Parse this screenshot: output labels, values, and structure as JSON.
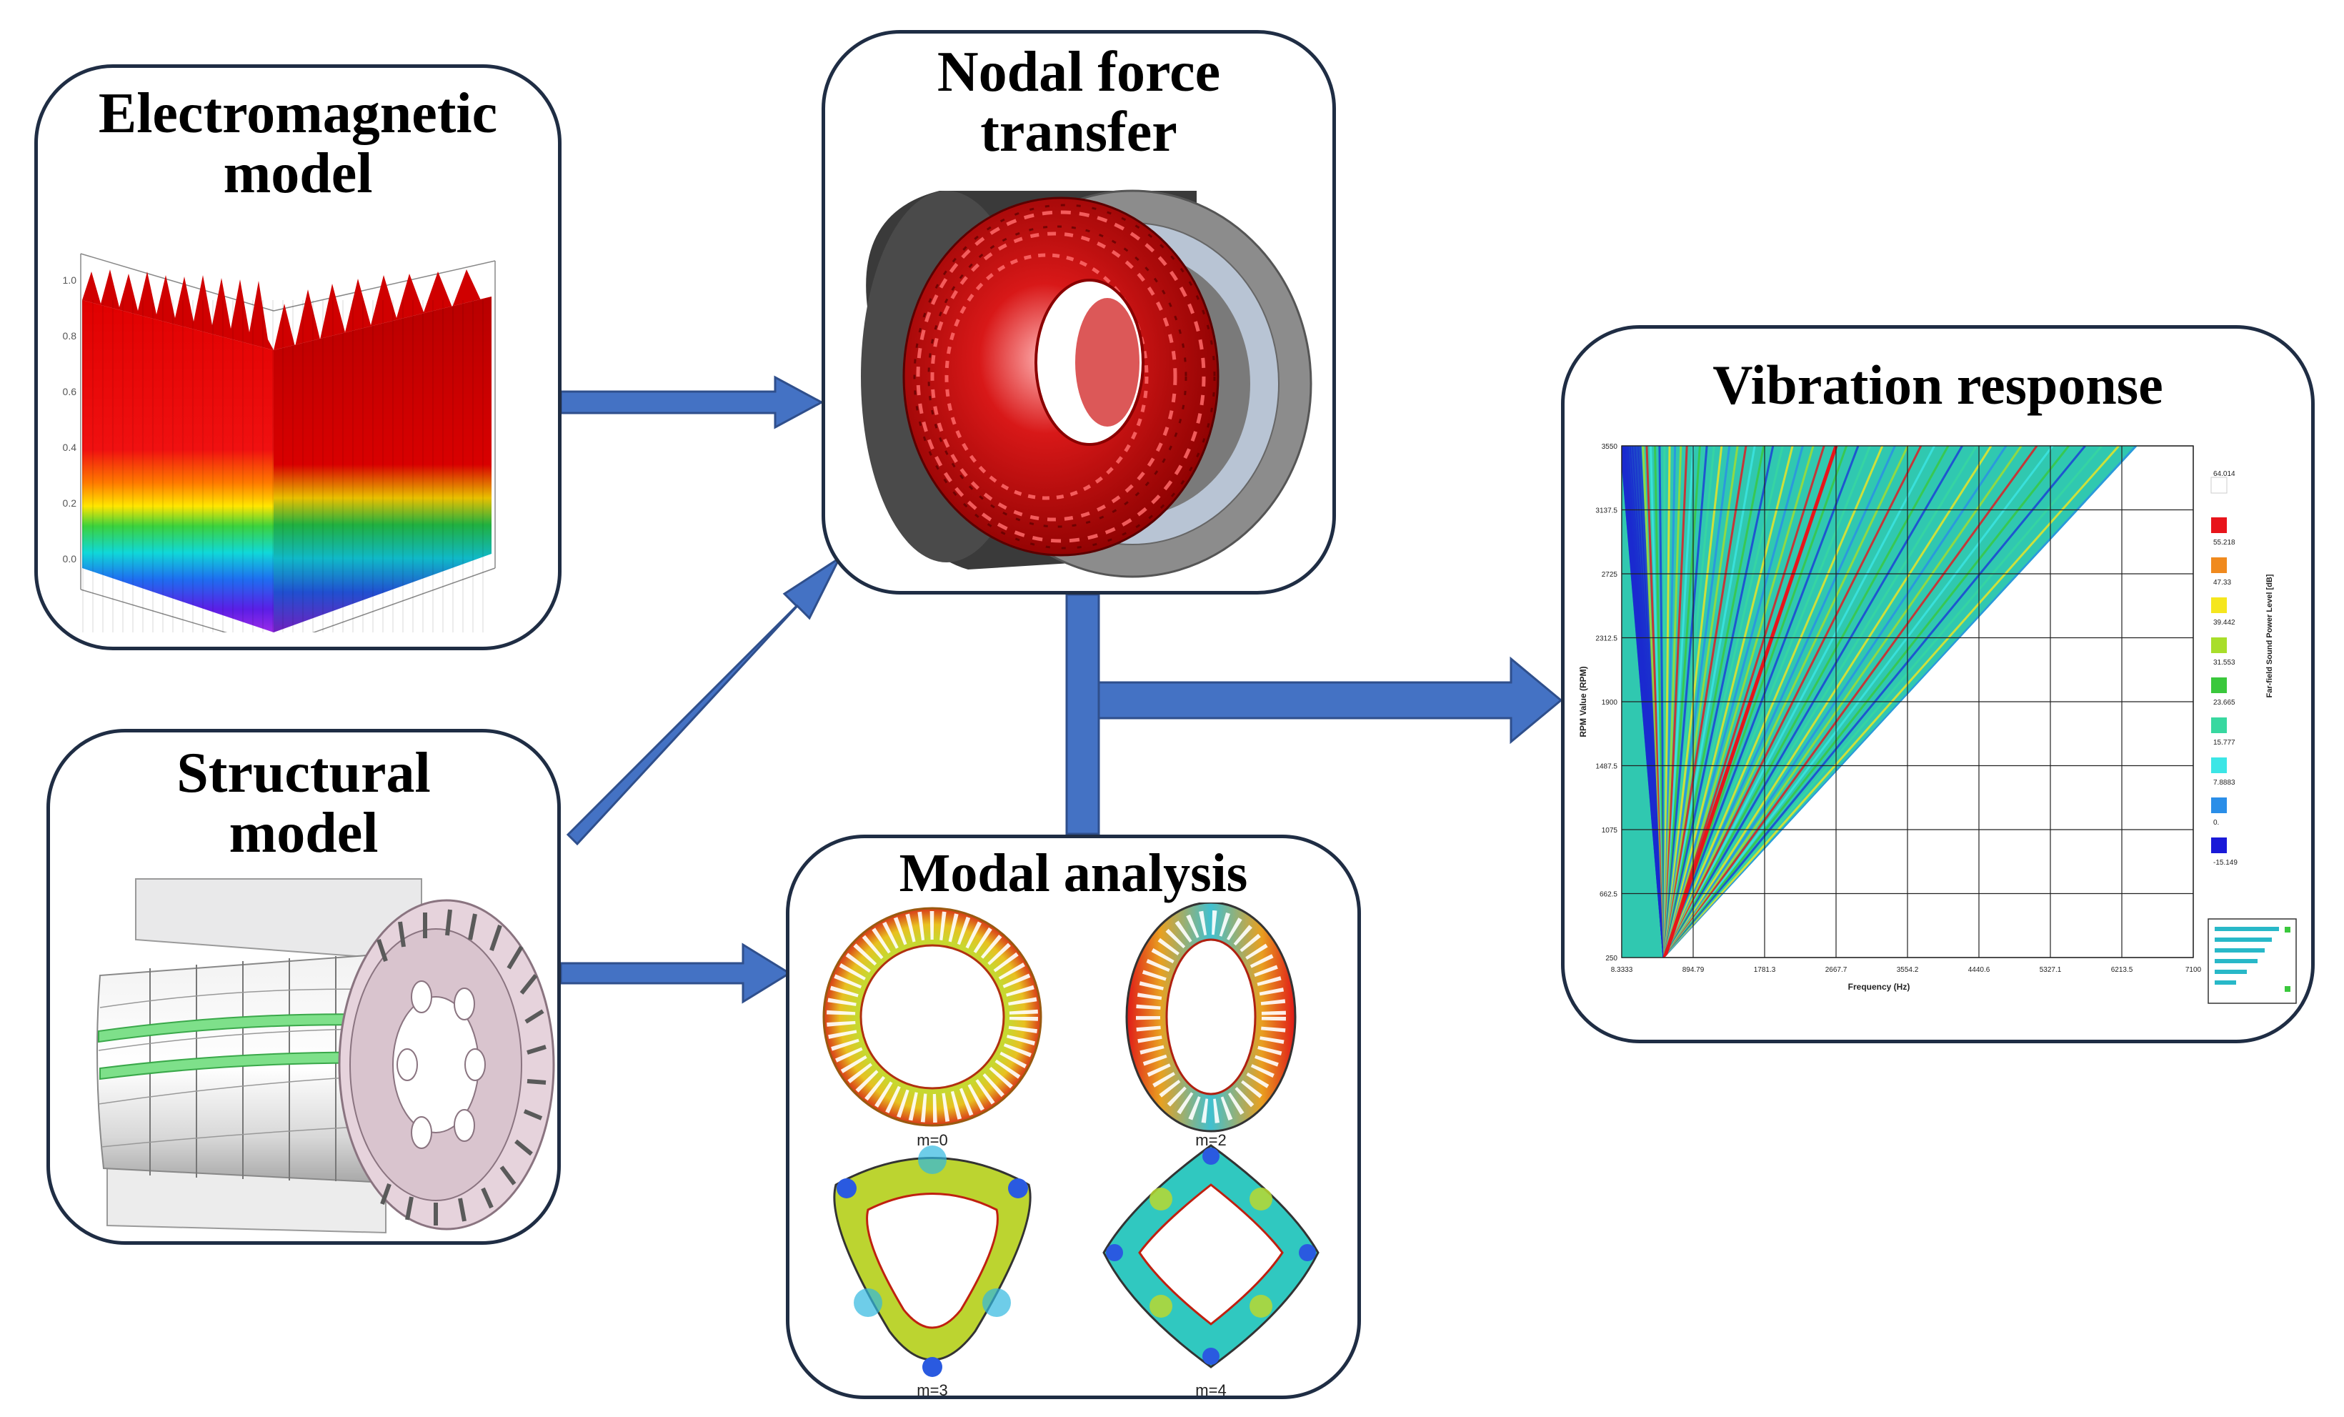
{
  "colors": {
    "arrow": "#4472c4",
    "box_border": "#1f2d44"
  },
  "electromagnetic": {
    "title_line1": "Electromagnetic",
    "title_line2": "model",
    "z_ticks": [
      "1.0",
      "0.8",
      "0.6",
      "0.4",
      "0.2",
      "0.0"
    ]
  },
  "structural": {
    "title_line1": "Structural",
    "title_line2": "model"
  },
  "nodal": {
    "title_line1": "Nodal force",
    "title_line2": "transfer"
  },
  "modal": {
    "title": "Modal analysis",
    "modes": [
      "m=0",
      "m=2",
      "m=3",
      "m=4"
    ]
  },
  "vibration": {
    "title": "Vibration response",
    "xlabel": "Frequency (Hz)",
    "ylabel": "RPM Value (RPM)",
    "legend_title": "Far-field Sound Power Level [dB]",
    "x_ticks": [
      "8.3333",
      "894.79",
      "1781.3",
      "2667.7",
      "3554.2",
      "4440.6",
      "5327.1",
      "6213.5",
      "7100"
    ],
    "y_ticks": [
      "3550",
      "3137.5",
      "2725",
      "2312.5",
      "1900",
      "1487.5",
      "1075",
      "662.5",
      "250"
    ],
    "legend_values": [
      "64.014",
      "55.218",
      "47.33",
      "39.442",
      "31.553",
      "23.665",
      "15.777",
      "7.8883",
      "0.",
      "-15.149"
    ],
    "legend_colors": [
      "#ffffff",
      "#e8141b",
      "#f08a1e",
      "#f5e61e",
      "#a8de2a",
      "#3ac83c",
      "#38d8a0",
      "#3ce6e6",
      "#2a8ee8",
      "#1a1ad8"
    ]
  }
}
